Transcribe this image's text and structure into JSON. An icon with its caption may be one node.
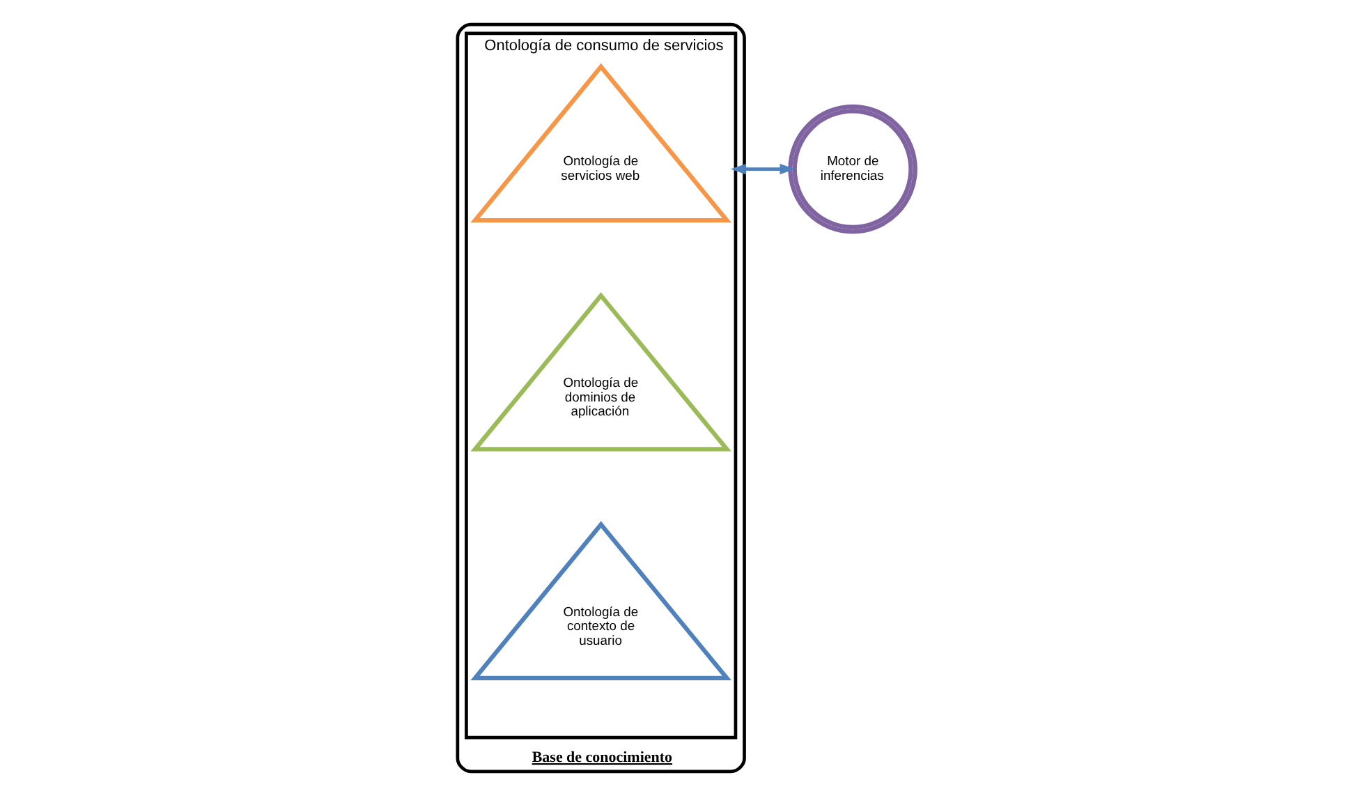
{
  "diagram": {
    "nodes": [
      {
        "text": [
          "Base de conocimiento"
        ]
      },
      {
        "text": [
          "Ontología de consumo de servicios"
        ],
        "in": 0
      },
      {
        "text": [
          "Ontología de servicios web"
        ],
        "in": 1
      },
      {
        "text": [
          "Ontología de dominios de aplicación"
        ],
        "in": 1
      },
      {
        "text": [
          "Ontología de contexto de usuario"
        ],
        "in": 1
      },
      {
        "text": [
          "Motor de inferencias"
        ]
      }
    ],
    "edges": [
      {
        "from": 1,
        "to": 5,
        "arrow": "both",
        "color": "#4f81bd"
      }
    ]
  }
}
